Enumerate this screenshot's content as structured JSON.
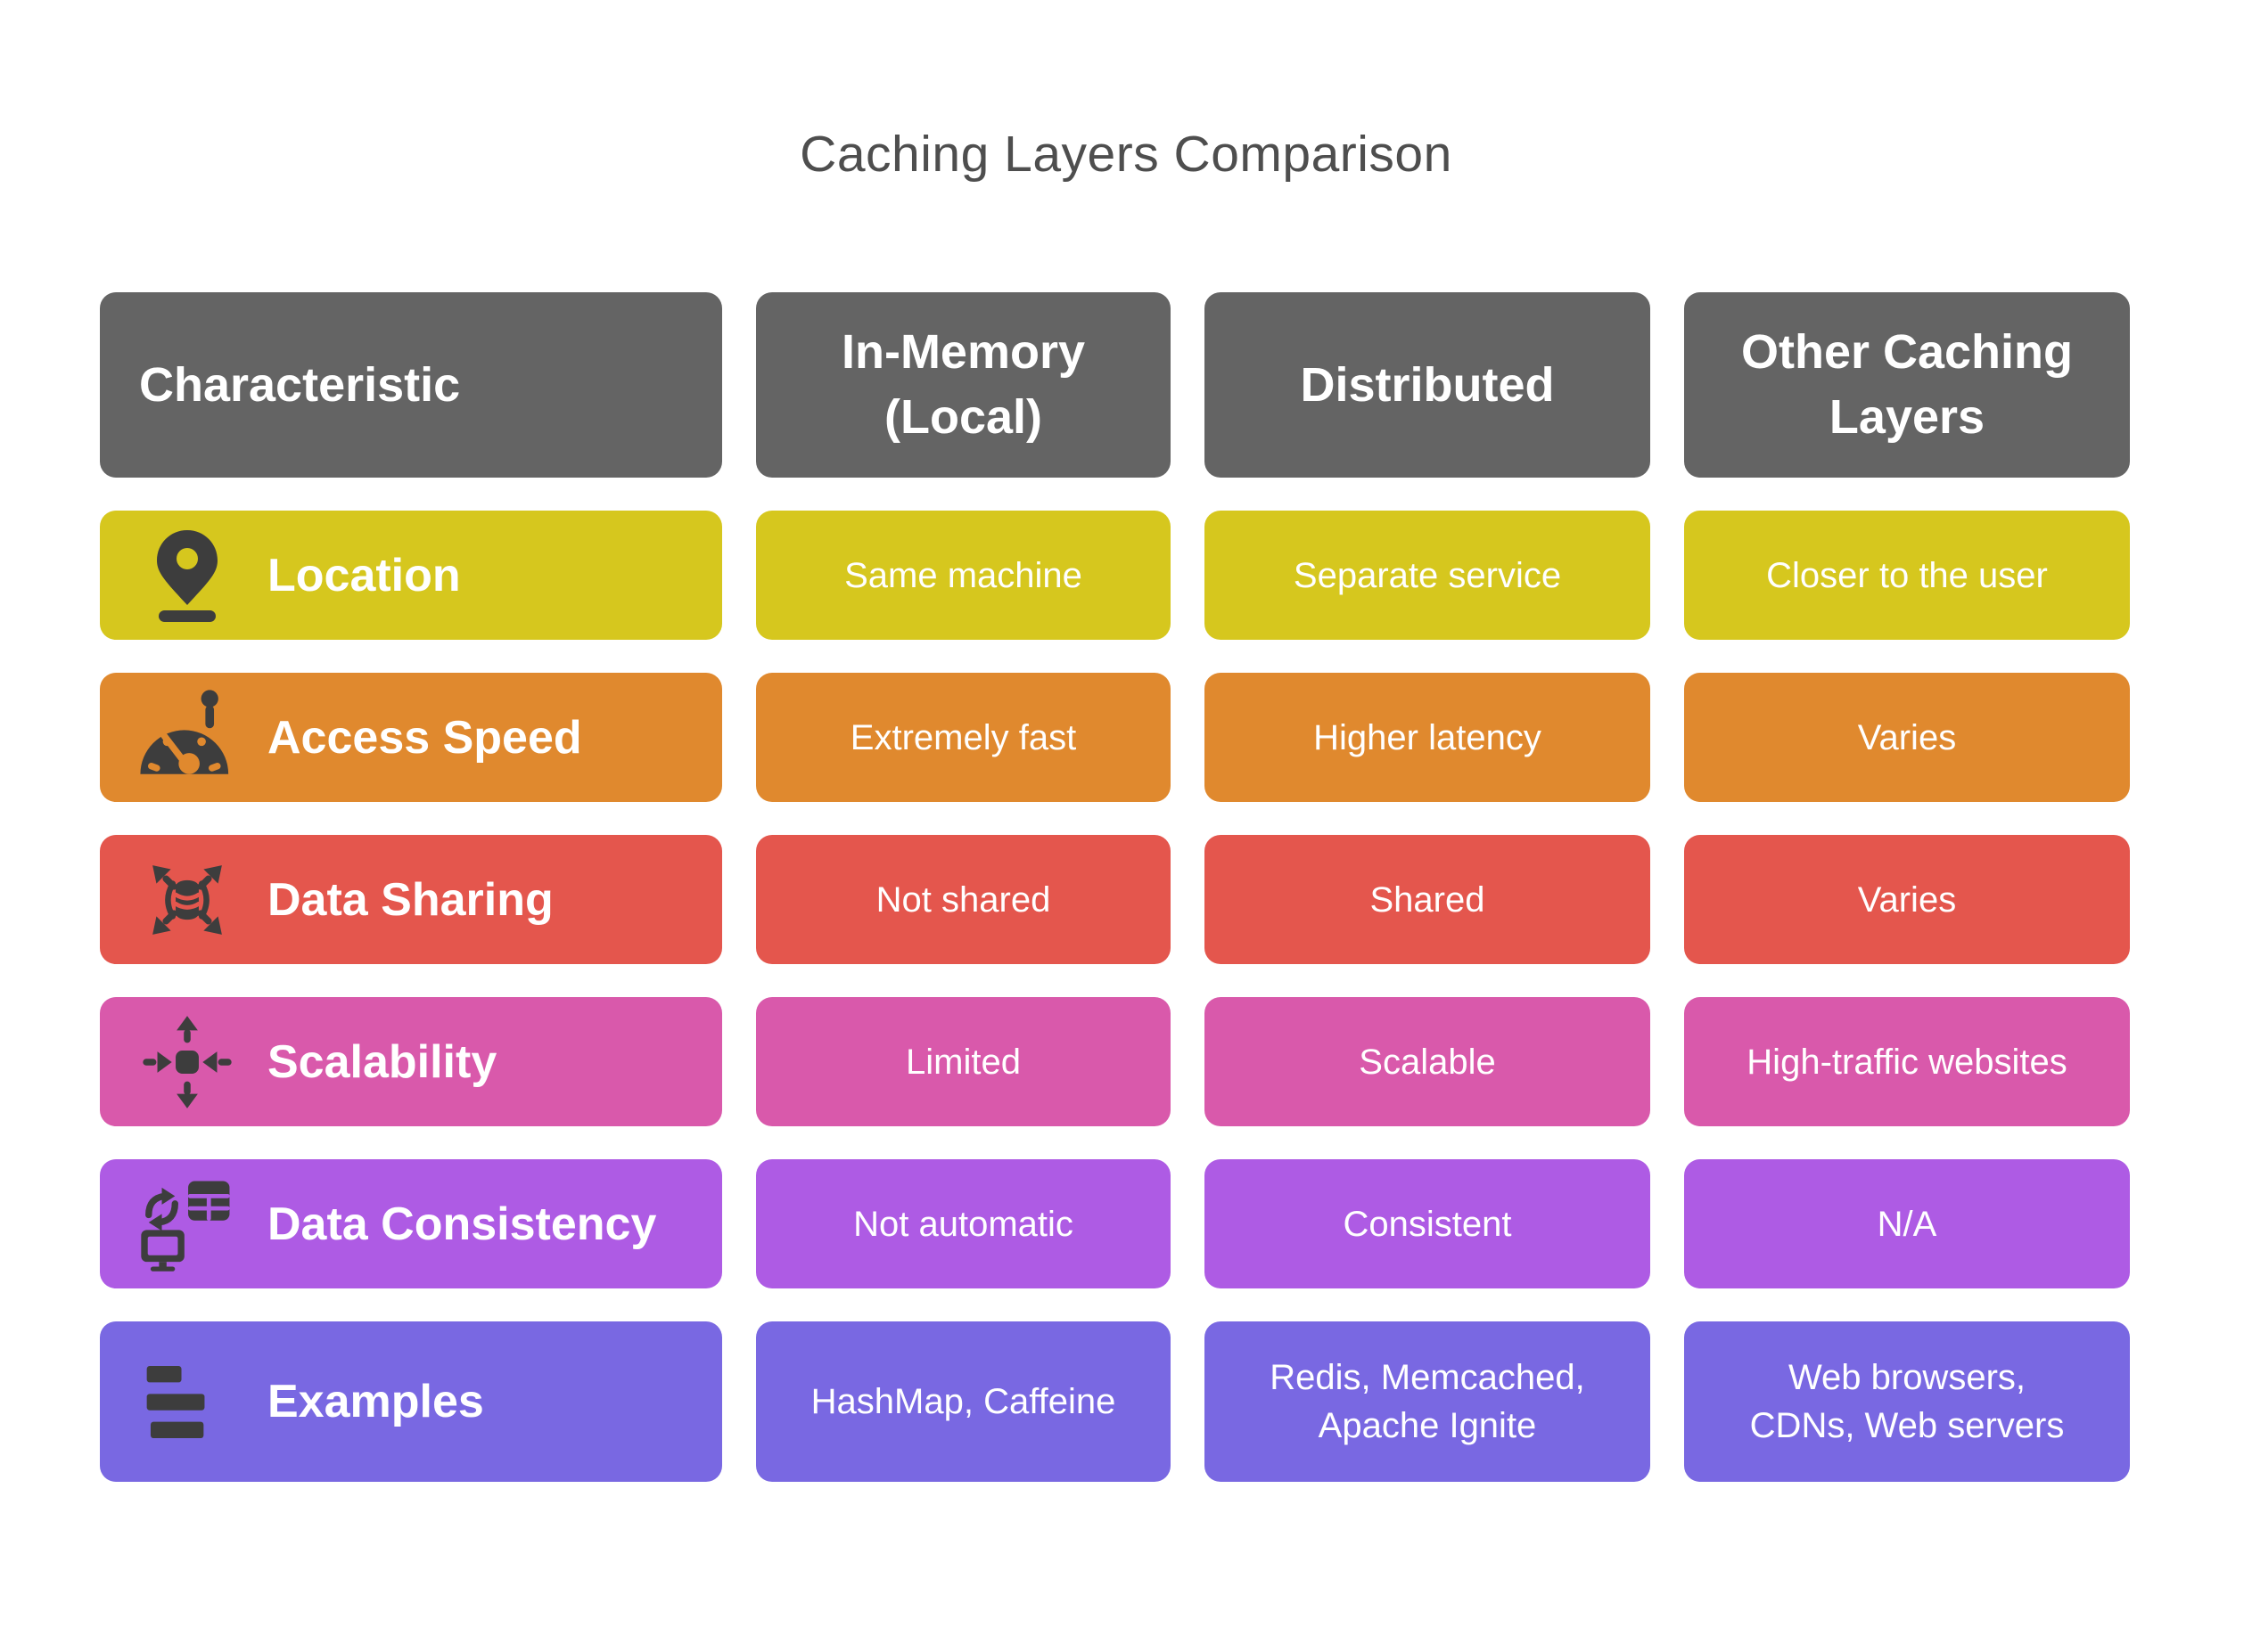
{
  "title": "Caching Layers Comparison",
  "colors": {
    "title_text": "#4e4e4e",
    "header_bg": "#646464",
    "cell_text": "#ffffff",
    "icon": "#3d3d3d"
  },
  "table": {
    "columns": [
      "Characteristic",
      "In-Memory\n(Local)",
      "Distributed",
      "Other Caching\nLayers"
    ],
    "rows": [
      {
        "label": "Location",
        "icon": "location-pin-icon",
        "color": "#d6c71e",
        "values": [
          "Same machine",
          "Separate service",
          "Closer to the user"
        ]
      },
      {
        "label": "Access Speed",
        "icon": "speedometer-icon",
        "color": "#e0892e",
        "values": [
          "Extremely fast",
          "Higher latency",
          "Varies"
        ]
      },
      {
        "label": "Data Sharing",
        "icon": "data-sharing-icon",
        "color": "#e4564d",
        "values": [
          "Not shared",
          "Shared",
          "Varies"
        ]
      },
      {
        "label": "Scalability",
        "icon": "scalability-arrows-icon",
        "color": "#d959ab",
        "values": [
          "Limited",
          "Scalable",
          "High-traffic websites"
        ]
      },
      {
        "label": "Data Consistency",
        "icon": "data-consistency-icon",
        "color": "#ae5be4",
        "values": [
          "Not automatic",
          "Consistent",
          "N/A"
        ]
      },
      {
        "label": "Examples",
        "icon": "examples-list-icon",
        "color": "#7968e2",
        "values": [
          "HashMap, Caffeine",
          "Redis, Memcached,\nApache Ignite",
          "Web browsers,\nCDNs, Web servers"
        ]
      }
    ]
  }
}
